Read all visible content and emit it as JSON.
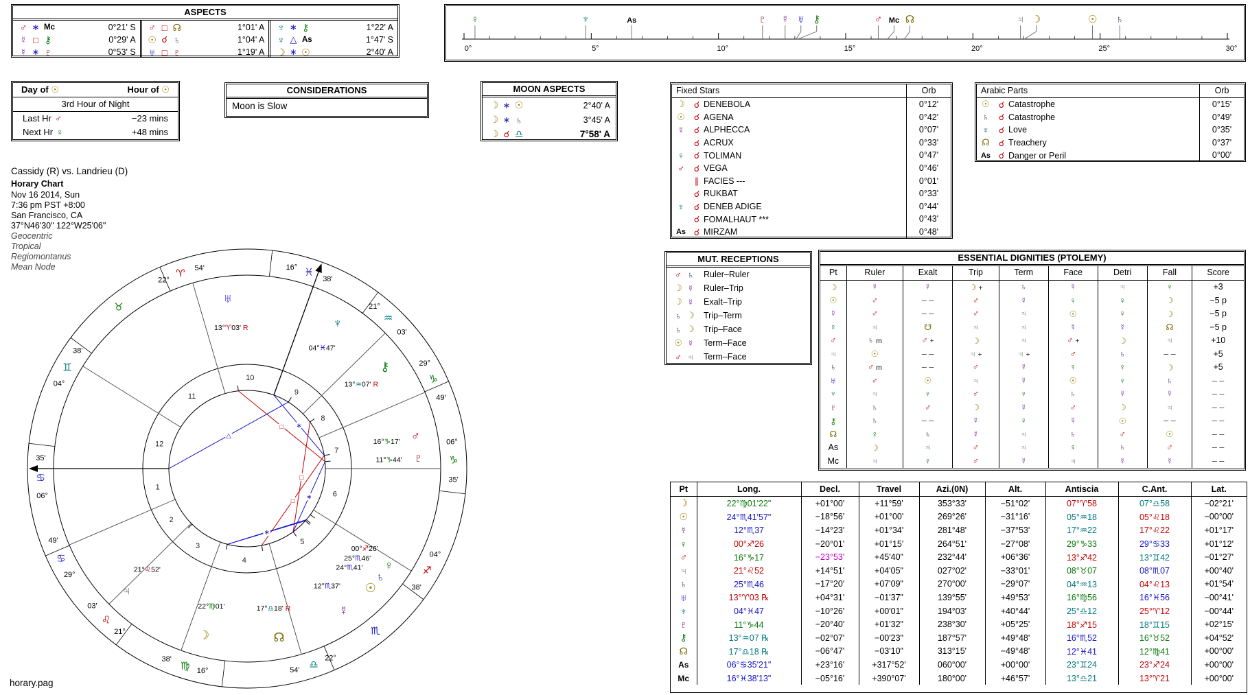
{
  "colors": {
    "magenta": "#cc00cc",
    "line": "#000000"
  },
  "glyph_colors": {
    "☉": "#9c7a00",
    "☽": "#9c7a00",
    "☿": "#7a1fa2",
    "♀": "#0a7a0a",
    "♂": "#c40000",
    "♃": "#7a7a7a",
    "♄": "#3a3a6e",
    "♅": "#1414c8",
    "♆": "#00787d",
    "♇": "#7a0c0c",
    "⚷": "#0a7a0a",
    "☊": "#7a6a00",
    "☋": "#7a6a00",
    "As": "#000000",
    "Mc": "#000000",
    "∥": "#c40000"
  },
  "sign_colors": {
    "♈": "#c40000",
    "♌": "#c40000",
    "♐": "#c40000",
    "♉": "#0a7a0a",
    "♍": "#0a7a0a",
    "♑": "#0a7a0a",
    "♊": "#00787d",
    "♎": "#00787d",
    "♒": "#00787d",
    "♋": "#1414c8",
    "♏": "#1414c8",
    "♓": "#1414c8"
  },
  "aspect_colors": {
    "☌": "#c40000",
    "∗": "#1414c8",
    "△": "#1414c8",
    "□": "#c40000",
    "☍": "#c40000",
    "∥": "#c40000"
  },
  "aspects_panel": {
    "title": "ASPECTS",
    "columns": [
      [
        {
          "p1": "♂",
          "asp": "∗",
          "p2": "Mc",
          "orb": "0°21' S"
        },
        {
          "p1": "☿",
          "asp": "□",
          "p2": "⚷",
          "orb": "0°29' A"
        },
        {
          "p1": "☿",
          "asp": "∗",
          "p2": "♇",
          "orb": "0°53' S"
        }
      ],
      [
        {
          "p1": "♂",
          "asp": "□",
          "p2": "☊",
          "orb": "1°01' A"
        },
        {
          "p1": "☉",
          "asp": "☌",
          "p2": "♄",
          "orb": "1°04' A"
        },
        {
          "p1": "♅",
          "asp": "□",
          "p2": "♇",
          "orb": "1°19' A"
        }
      ],
      [
        {
          "p1": "♆",
          "asp": "∗",
          "p2": "⚷",
          "orb": "1°22' A"
        },
        {
          "p1": "♆",
          "asp": "△",
          "p2": "As",
          "orb": "1°47' S"
        },
        {
          "p1": "☽",
          "asp": "∗",
          "p2": "☉",
          "orb": "2°40' A"
        }
      ]
    ]
  },
  "ruler": {
    "tick_labels": [
      "0°",
      "5°",
      "10°",
      "15°",
      "20°",
      "25°",
      "30°"
    ],
    "points": [
      {
        "g": "♀",
        "deg": 0.43
      },
      {
        "g": "♆",
        "deg": 4.78
      },
      {
        "g": "As",
        "deg": 6.59
      },
      {
        "g": "♇",
        "deg": 11.73
      },
      {
        "g": "☿",
        "deg": 12.62
      },
      {
        "g": "♅",
        "deg": 13.05
      },
      {
        "g": "⚷",
        "deg": 13.12
      },
      {
        "g": "♂",
        "deg": 16.28
      },
      {
        "g": "Mc",
        "deg": 16.64
      },
      {
        "g": "☊",
        "deg": 17.3
      },
      {
        "g": "♃",
        "deg": 21.87
      },
      {
        "g": "☽",
        "deg": 22.02
      },
      {
        "g": "☉",
        "deg": 24.7
      },
      {
        "g": "♄",
        "deg": 25.77
      }
    ]
  },
  "day_hour": {
    "day_label": "Day of",
    "day_glyph": "☉",
    "hour_label": "Hour of",
    "hour_glyph": "☉",
    "subtitle": "3rd Hour of Night",
    "last_label": "Last Hr",
    "last_glyph": "♂",
    "last_value": "−23 mins",
    "next_label": "Next Hr",
    "next_glyph": "♀",
    "next_value": "+48 mins"
  },
  "considerations": {
    "title": "CONSIDERATIONS",
    "items": [
      "Moon is Slow"
    ]
  },
  "moon_aspects": {
    "title": "MOON ASPECTS",
    "rows": [
      {
        "p1": "☽",
        "asp": "∗",
        "p2": "☉",
        "orb": "2°40' A",
        "bold": false
      },
      {
        "p1": "☽",
        "asp": "∗",
        "p2": "♄",
        "orb": "3°45' A",
        "bold": false
      },
      {
        "p1": "☽",
        "asp": "☌",
        "p2": "♎",
        "orb": "7°58' A",
        "bold": true
      }
    ]
  },
  "fixed_stars": {
    "title": "Fixed Stars",
    "orb_label": "Orb",
    "rows": [
      {
        "g": "☽",
        "asp": "☌",
        "name": "DENEBOLA",
        "orb": "0°12'"
      },
      {
        "g": "☉",
        "asp": "☌",
        "name": "AGENA",
        "orb": "0°42'"
      },
      {
        "g": "☿",
        "asp": "☌",
        "name": "ALPHECCA",
        "orb": "0°07'"
      },
      {
        "g": "",
        "asp": "☌",
        "name": "ACRUX",
        "orb": "0°33'"
      },
      {
        "g": "♀",
        "asp": "☌",
        "name": "TOLIMAN",
        "orb": "0°47'"
      },
      {
        "g": "♂",
        "asp": "☌",
        "name": "VEGA",
        "orb": "0°46'"
      },
      {
        "g": "",
        "asp": "∥",
        "name": "FACIES ---",
        "orb": "0°01'"
      },
      {
        "g": "",
        "asp": "☌",
        "name": "RUKBAT",
        "orb": "0°33'"
      },
      {
        "g": "♆",
        "asp": "☌",
        "name": "DENEB ADIGE",
        "orb": "0°44'"
      },
      {
        "g": "",
        "asp": "☌",
        "name": "FOMALHAUT ***",
        "orb": "0°43'"
      },
      {
        "g": "As",
        "asp": "☌",
        "name": "MIRZAM",
        "orb": "0°48'"
      }
    ]
  },
  "arabic_parts": {
    "title": "Arabic Parts",
    "orb_label": "Orb",
    "rows": [
      {
        "g": "☉",
        "asp": "☌",
        "name": "Catastrophe",
        "orb": "0°15'"
      },
      {
        "g": "♄",
        "asp": "☌",
        "name": "Catastrophe",
        "orb": "0°49'"
      },
      {
        "g": "♆",
        "asp": "☌",
        "name": "Love",
        "orb": "0°35'"
      },
      {
        "g": "☊",
        "asp": "☌",
        "name": "Treachery",
        "orb": "0°37'"
      },
      {
        "g": "As",
        "asp": "☌",
        "name": "Danger or Peril",
        "orb": "0°00'"
      }
    ]
  },
  "chart_info": {
    "title": "Cassidy (R) vs. Landrieu (D)",
    "subtitle": "Horary Chart",
    "lines": [
      "Nov 16 2014, Sun",
      "7:36 pm  PST +8:00",
      "San Francisco, CA",
      "37°N46'30\" 122°W25'06\""
    ],
    "italic_lines": [
      "Geocentric",
      "Tropical",
      "Regiomontanus",
      "Mean Node"
    ]
  },
  "mut_receptions": {
    "title": "MUT. RECEPTIONS",
    "rows": [
      {
        "g1": "♂",
        "g2": "♄",
        "label": "Ruler–Ruler"
      },
      {
        "g1": "☽",
        "g2": "☿",
        "label": "Ruler–Trip"
      },
      {
        "g1": "☽",
        "g2": "☿",
        "label": "Exalt–Trip"
      },
      {
        "g1": "♄",
        "g2": "☽",
        "label": "Trip–Term"
      },
      {
        "g1": "♄",
        "g2": "☽",
        "label": "Trip–Face"
      },
      {
        "g1": "☉",
        "g2": "☿",
        "label": "Term–Face"
      },
      {
        "g1": "♂",
        "g2": "♃",
        "label": "Term–Face"
      }
    ]
  },
  "dignities": {
    "title": "ESSENTIAL DIGNITIES (PTOLEMY)",
    "headers": [
      "Pt",
      "Ruler",
      "Exalt",
      "Trip",
      "Term",
      "Face",
      "Detri",
      "Fall",
      "Score"
    ],
    "rows": [
      {
        "pt": "☽",
        "cells": [
          "☿",
          "☿",
          "☽ +",
          "♄",
          "☿",
          "♃",
          "♀"
        ],
        "score": "+3"
      },
      {
        "pt": "☉",
        "cells": [
          "♂",
          "——",
          "♂",
          "☿",
          "♀",
          "♀",
          "☽"
        ],
        "score": "−5 p"
      },
      {
        "pt": "☿",
        "cells": [
          "♂",
          "——",
          "♂",
          "♃",
          "☉",
          "♀",
          "☽"
        ],
        "score": "−5 p"
      },
      {
        "pt": "♀",
        "cells": [
          "♃",
          "☋",
          "♃",
          "♃",
          "☿",
          "☿",
          "☊"
        ],
        "score": "−5 p"
      },
      {
        "pt": "♂",
        "cells": [
          "♄ m",
          "♂ +",
          "☽",
          "♃",
          "♂ +",
          "☽",
          "♃"
        ],
        "score": "+10"
      },
      {
        "pt": "♃",
        "cells": [
          "☉",
          "——",
          "♃ +",
          "♃ +",
          "♂",
          "♄",
          "——"
        ],
        "score": "+5"
      },
      {
        "pt": "♄",
        "cells": [
          "♂ m",
          "——",
          "♂",
          "☿",
          "♀",
          "♀",
          "☽"
        ],
        "score": "+5"
      },
      {
        "pt": "♅",
        "cells": [
          "♂",
          "☉",
          "♃",
          "☿",
          "☉",
          "♀",
          "♄"
        ],
        "score": "——"
      },
      {
        "pt": "♆",
        "cells": [
          "♃",
          "♀",
          "♂",
          "♀",
          "♄",
          "☿",
          "☿"
        ],
        "score": "——"
      },
      {
        "pt": "♇",
        "cells": [
          "♄",
          "♂",
          "☽",
          "☿",
          "♂",
          "☽",
          "♃"
        ],
        "score": "——"
      },
      {
        "pt": "⚷",
        "cells": [
          "♄",
          "——",
          "☿",
          "♀",
          "☿",
          "☉",
          "——"
        ],
        "score": "——"
      },
      {
        "pt": "☊",
        "cells": [
          "♀",
          "♄",
          "☿",
          "♃",
          "♄",
          "♂",
          "☉"
        ],
        "score": "——"
      },
      {
        "pt": "As",
        "cells": [
          "☽",
          "♃",
          "♂",
          "♃",
          "♀",
          "♄",
          "♂"
        ],
        "score": "——"
      },
      {
        "pt": "Mc",
        "cells": [
          "♃",
          "♀",
          "♂",
          "☿",
          "♃",
          "☿",
          "☿"
        ],
        "score": "——"
      }
    ]
  },
  "positions": {
    "headers": [
      "Pt",
      "Long.",
      "Decl.",
      "Travel",
      "Azi.(0N)",
      "Alt.",
      "Antiscia",
      "C.Ant.",
      "Lat."
    ],
    "magenta_decl_pt": "♂",
    "rows": [
      [
        "☽",
        "22°♍01'22\"",
        "+01°00'",
        "+11°59'",
        "353°33'",
        "−51°02'",
        "07°♈58",
        "07°♎58",
        "−02°21'"
      ],
      [
        "☉",
        "24°♏41'57\"",
        "−18°56'",
        "+01°00'",
        "269°26'",
        "−31°16'",
        "05°♒18",
        "05°♌18",
        "−00°00'"
      ],
      [
        "☿",
        "12°♏37",
        "−14°23'",
        "+01°34'",
        "281°48'",
        "−37°53'",
        "17°♒22",
        "17°♌22",
        "+01°17'"
      ],
      [
        "♀",
        "00°♐26",
        "−20°01'",
        "+01°15'",
        "264°51'",
        "−27°08'",
        "29°♑33",
        "29°♋33",
        "+01°12'"
      ],
      [
        "♂",
        "16°♑17",
        "−23°53'",
        "+45'40\"",
        "232°44'",
        "+06°36'",
        "13°♐42",
        "13°♊42",
        "−01°27'"
      ],
      [
        "♃",
        "21°♌52",
        "+14°51'",
        "+04'05\"",
        "027°02'",
        "−33°01'",
        "08°♉07",
        "08°♏07",
        "+00°40'"
      ],
      [
        "♄",
        "25°♏46",
        "−17°20'",
        "+07'09\"",
        "270°00'",
        "−29°07'",
        "04°♒13",
        "04°♌13",
        "+01°54'"
      ],
      [
        "♅",
        "13°♈03 ℞",
        "+04°31'",
        "−01'37\"",
        "139°55'",
        "+49°53'",
        "16°♍56",
        "16°♓56",
        "−00°41'"
      ],
      [
        "♆",
        "04°♓47",
        "−10°26'",
        "+00'01\"",
        "194°03'",
        "+40°44'",
        "25°♎12",
        "25°♈12",
        "−00°44'"
      ],
      [
        "♇",
        "11°♑44",
        "−20°40'",
        "+01'32\"",
        "238°30'",
        "+05°25'",
        "18°♐15",
        "18°♊15",
        "+02°15'"
      ],
      [
        "⚷",
        "13°♒07 ℞",
        "−02°07'",
        "−00'23\"",
        "187°57'",
        "+49°48'",
        "16°♏52",
        "16°♉52",
        "+04°52'"
      ],
      [
        "☊",
        "17°♎18 ℞",
        "−06°47'",
        "−03'10\"",
        "313°15'",
        "−49°48'",
        "12°♓41",
        "12°♍41",
        "+00°00'"
      ],
      [
        "As",
        "06°♋35'21\"",
        "+23°16'",
        "+317°52'",
        "060°00'",
        "+00°00'",
        "23°♊24",
        "23°♐24",
        "+00°00'"
      ],
      [
        "Mc",
        "16°♓38'13\"",
        "−05°16'",
        "+390°07'",
        "180°00'",
        "+46°57'",
        "13°♎21",
        "13°♈21",
        "+00°00'"
      ]
    ]
  },
  "wheel": {
    "asc_lon": 96.59,
    "houses": [
      {
        "num": 1,
        "lon": 96.59,
        "deg": "06°",
        "sign": "♋",
        "min": "35'"
      },
      {
        "num": 2,
        "lon": 119.82,
        "deg": "29°",
        "sign": "♋",
        "min": "49'"
      },
      {
        "num": 3,
        "lon": 141.05,
        "deg": "21°",
        "sign": "♌",
        "min": "03'"
      },
      {
        "num": 4,
        "lon": 166.64,
        "deg": "16°",
        "sign": "♍",
        "min": "38'"
      },
      {
        "num": 5,
        "lon": 202.9,
        "deg": "22°",
        "sign": "♎",
        "min": "54'"
      },
      {
        "num": 6,
        "lon": 244.63,
        "deg": "04°",
        "sign": "♐",
        "min": "38'"
      },
      {
        "num": 7,
        "lon": 276.59,
        "deg": "06°",
        "sign": "♑",
        "min": "35'"
      },
      {
        "num": 8,
        "lon": 299.82,
        "deg": "29°",
        "sign": "♑",
        "min": "49'"
      },
      {
        "num": 9,
        "lon": 321.05,
        "deg": "21°",
        "sign": "♒",
        "min": "03'"
      },
      {
        "num": 10,
        "lon": 346.64,
        "deg": "16°",
        "sign": "♓",
        "min": "38'"
      },
      {
        "num": 11,
        "lon": 22.9,
        "deg": "22°",
        "sign": "♈",
        "min": "54'"
      },
      {
        "num": 12,
        "lon": 64.63,
        "deg": "04°",
        "sign": "♊",
        "min": "38'"
      }
    ],
    "extra_signs": [
      {
        "sign": "♉",
        "lon": 45
      },
      {
        "sign": "♏",
        "lon": 225
      }
    ],
    "planets": [
      {
        "g": "☽",
        "lon": 172.02,
        "deg": "22°",
        "sign": "♍",
        "min": "01'"
      },
      {
        "g": "☉",
        "lon": 234.7,
        "llon": 232.6,
        "deg": "24°",
        "sign": "♏",
        "min": "41'"
      },
      {
        "g": "☿",
        "lon": 222.62,
        "llon": 220.8,
        "deg": "12°",
        "sign": "♏",
        "min": "37'"
      },
      {
        "g": "♀",
        "lon": 240.43,
        "llon": 242.4,
        "deg": "00°",
        "sign": "♐",
        "min": "26'"
      },
      {
        "g": "♂",
        "lon": 286.28,
        "llon": 287.6,
        "deg": "16°",
        "sign": "♑",
        "min": "17'"
      },
      {
        "g": "♃",
        "lon": 141.87,
        "deg": "21°",
        "sign": "♌",
        "min": "52'"
      },
      {
        "g": "♄",
        "lon": 235.77,
        "llon": 237.5,
        "deg": "25°",
        "sign": "♏",
        "min": "46'"
      },
      {
        "g": "♅",
        "lon": 13.05,
        "deg": "13°",
        "sign": "♈",
        "min": "03'",
        "retro": true
      },
      {
        "g": "♆",
        "lon": 334.78,
        "deg": "04°",
        "sign": "♓",
        "min": "47'"
      },
      {
        "g": "♇",
        "lon": 281.73,
        "llon": 280.2,
        "deg": "11°",
        "sign": "♑",
        "min": "44'"
      },
      {
        "g": "⚷",
        "lon": 313.12,
        "deg": "13°",
        "sign": "♒",
        "min": "07'",
        "retro": true
      },
      {
        "g": "☊",
        "lon": 197.3,
        "deg": "17°",
        "sign": "♎",
        "min": "18'",
        "retro": true
      }
    ],
    "aspect_lines": [
      {
        "a": 286.28,
        "b": 346.64,
        "t": "∗"
      },
      {
        "a": 222.62,
        "b": 313.12,
        "t": "□"
      },
      {
        "a": 222.62,
        "b": 281.73,
        "t": "∗"
      },
      {
        "a": 286.28,
        "b": 197.3,
        "t": "□"
      },
      {
        "a": 13.05,
        "b": 281.73,
        "t": "□"
      },
      {
        "a": 334.78,
        "b": 96.59,
        "t": "△"
      },
      {
        "a": 172.02,
        "b": 234.7,
        "t": "∗"
      },
      {
        "a": 172.02,
        "b": 235.77,
        "t": "∗"
      }
    ]
  },
  "footer": "horary.pag"
}
